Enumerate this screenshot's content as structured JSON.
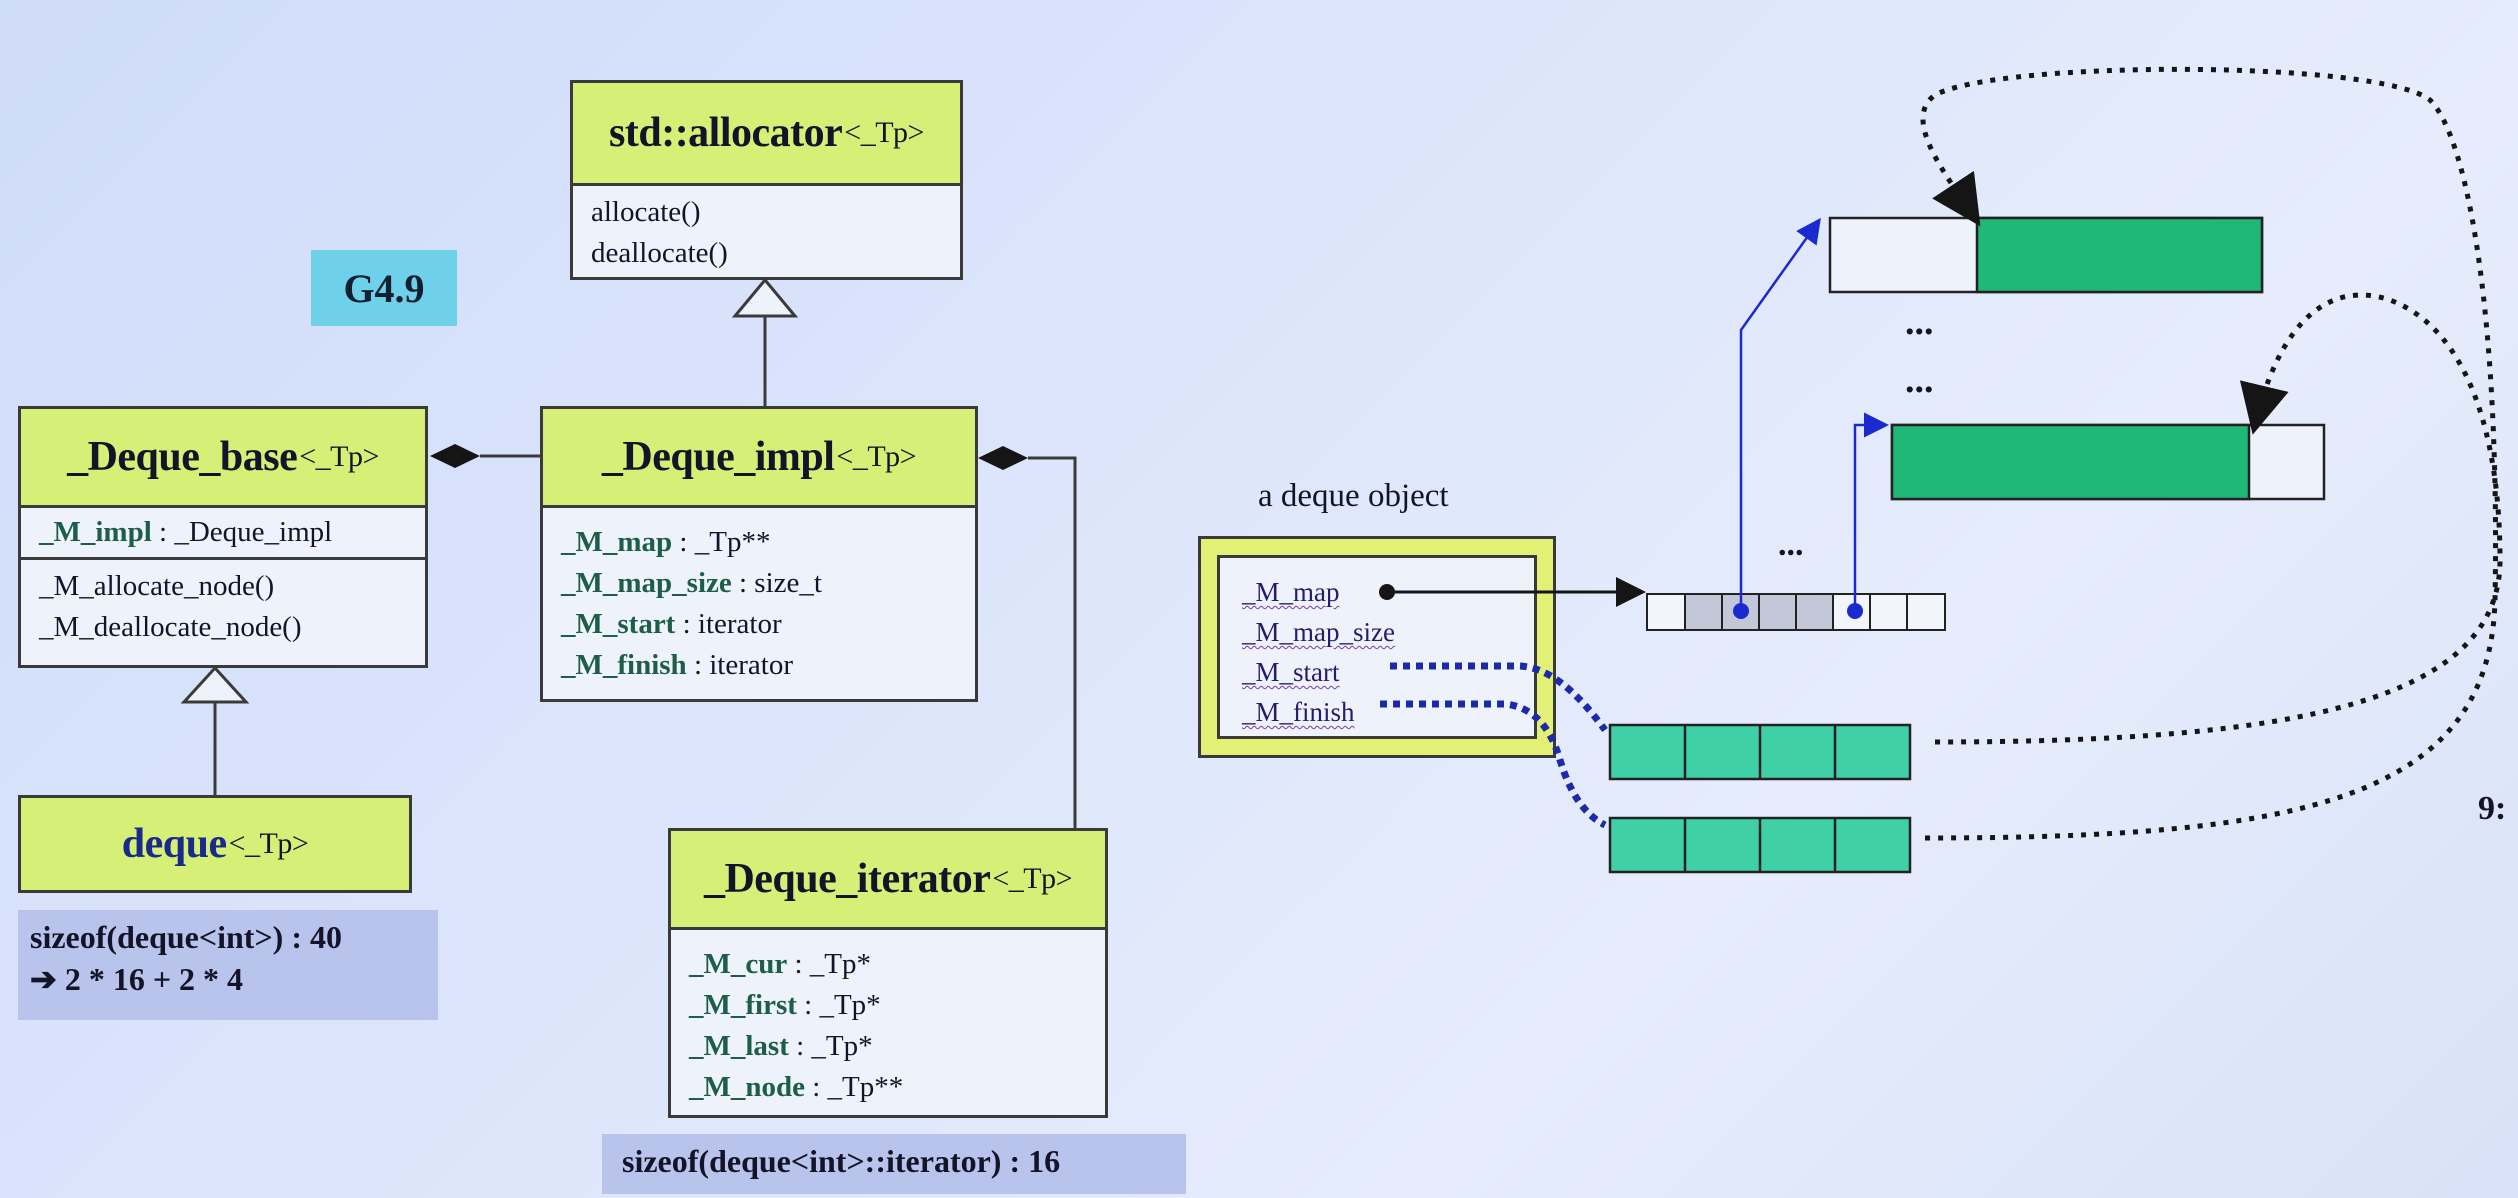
{
  "badge": "G4.9",
  "allocator": {
    "name": "std::allocator",
    "tparam": "<_Tp>",
    "methods": [
      "allocate()",
      "deallocate()"
    ]
  },
  "deque_base": {
    "name": "_Deque_base",
    "tparam": "<_Tp>",
    "field": {
      "name": "_M_impl",
      "type": " : _Deque_impl"
    },
    "methods": [
      "_M_allocate_node()",
      "_M_deallocate_node()"
    ]
  },
  "deque_impl": {
    "name": "_Deque_impl",
    "tparam": "<_Tp>",
    "fields": [
      {
        "name": "_M_map",
        "type": " : _Tp**"
      },
      {
        "name": "_M_map_size",
        "type": " : size_t"
      },
      {
        "name": "_M_start",
        "type": " : iterator"
      },
      {
        "name": "_M_finish",
        "type": " : iterator"
      }
    ]
  },
  "deque": {
    "name": "deque",
    "tparam": "<_Tp>"
  },
  "deque_iterator": {
    "name": "_Deque_iterator",
    "tparam": "<_Tp>",
    "fields": [
      {
        "name": "_M_cur",
        "type": " : _Tp*"
      },
      {
        "name": "_M_first",
        "type": " : _Tp*"
      },
      {
        "name": "_M_last",
        "type": " : _Tp*"
      },
      {
        "name": "_M_node",
        "type": " : _Tp**"
      }
    ]
  },
  "notes": {
    "sizeof_deque": "sizeof(deque<int>) : 40",
    "sizeof_deque_calc": "➔ 2 * 16 + 2 * 4",
    "sizeof_iterator": "sizeof(deque<int>::iterator) : 16"
  },
  "deque_object": {
    "caption": "a deque object",
    "members": [
      "_M_map",
      "_M_map_size",
      "_M_start",
      "_M_finish"
    ]
  },
  "ellipses": {
    "top": "...",
    "middle": "...",
    "map": "..."
  },
  "page_number": "9:",
  "colors": {
    "class_header": "#d6ef77",
    "buffer_green": "#1fb877",
    "iterator_cell": "#3fd0a8",
    "badge": "#6fd0ea",
    "pointer_blue": "#1a2ad0"
  }
}
